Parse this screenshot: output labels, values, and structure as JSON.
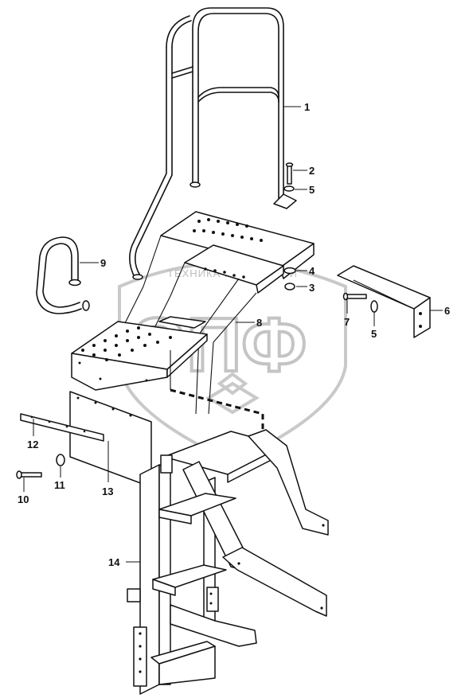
{
  "watermark": {
    "banner_text": "ТЕХНИКА И ЗАПЧАСТИ",
    "logo_letters": "ЭПФ"
  },
  "callouts": [
    {
      "id": "part-1",
      "label": "1"
    },
    {
      "id": "part-2",
      "label": "2"
    },
    {
      "id": "part-5a",
      "label": "5"
    },
    {
      "id": "part-4",
      "label": "4"
    },
    {
      "id": "part-3",
      "label": "3"
    },
    {
      "id": "part-9",
      "label": "9"
    },
    {
      "id": "part-6",
      "label": "6"
    },
    {
      "id": "part-7",
      "label": "7"
    },
    {
      "id": "part-5b",
      "label": "5"
    },
    {
      "id": "part-8",
      "label": "8"
    },
    {
      "id": "part-12",
      "label": "12"
    },
    {
      "id": "part-11",
      "label": "11"
    },
    {
      "id": "part-13",
      "label": "13"
    },
    {
      "id": "part-10",
      "label": "10"
    },
    {
      "id": "part-14",
      "label": "14"
    }
  ]
}
